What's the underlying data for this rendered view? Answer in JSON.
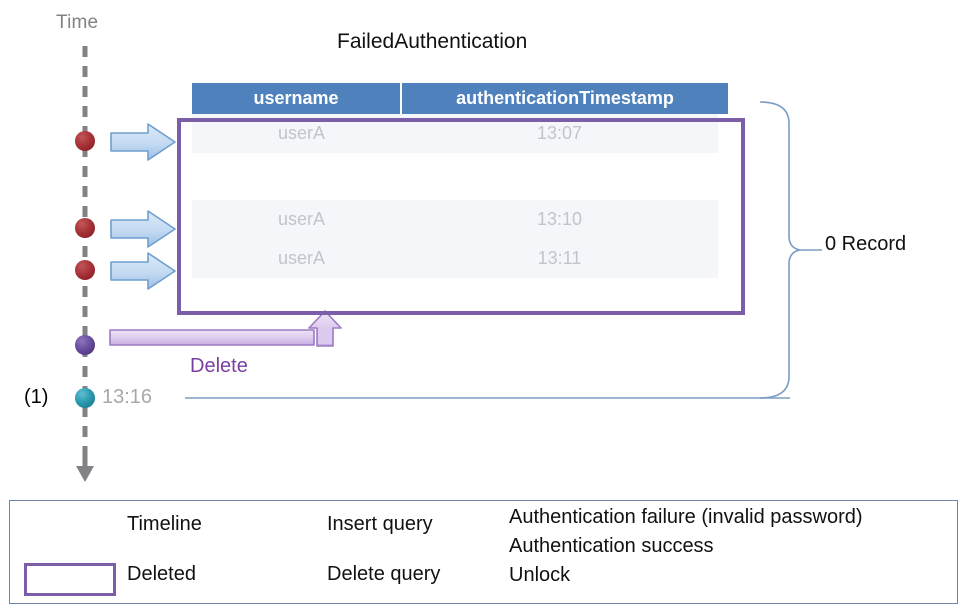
{
  "title": "FailedAuthentication",
  "axis": {
    "label": "Time"
  },
  "table": {
    "columns": [
      "username",
      "authenticationTimestamp"
    ],
    "rows": [
      {
        "username": "userA",
        "timestamp": "13:07"
      },
      {
        "username": "userA",
        "timestamp": "13:10"
      },
      {
        "username": "userA",
        "timestamp": "13:11"
      }
    ]
  },
  "annotations": {
    "delete_label": "Delete",
    "record_count": "0 Record",
    "step_marker": "(1)",
    "success_time": "13:16"
  },
  "legend": {
    "timeline": "Timeline",
    "deleted": "Deleted",
    "insert_query": "Insert query",
    "delete_query": "Delete query",
    "auth_failure": "Authentication failure (invalid password)",
    "auth_success": "Authentication success",
    "unlock": "Unlock"
  },
  "colors": {
    "header_blue": "#4F81BD",
    "deleted_purple": "#7B5EA7",
    "failure_red": "#A93439",
    "success_teal": "#2D9CB0",
    "unlock_purple": "#6B4FA0",
    "timeline_gray": "#808285",
    "insert_arrow": "#BDD6EE",
    "delete_arrow": "#D9C9EA",
    "brace_blue": "#6D87A8"
  },
  "events": [
    {
      "time": "13:07",
      "type": "auth-failure",
      "action": "insert"
    },
    {
      "time": "13:10",
      "type": "auth-failure",
      "action": "insert"
    },
    {
      "time": "13:11",
      "type": "auth-failure",
      "action": "insert"
    },
    {
      "time": "",
      "type": "unlock",
      "action": "delete"
    },
    {
      "time": "13:16",
      "type": "auth-success",
      "action": "query"
    }
  ]
}
